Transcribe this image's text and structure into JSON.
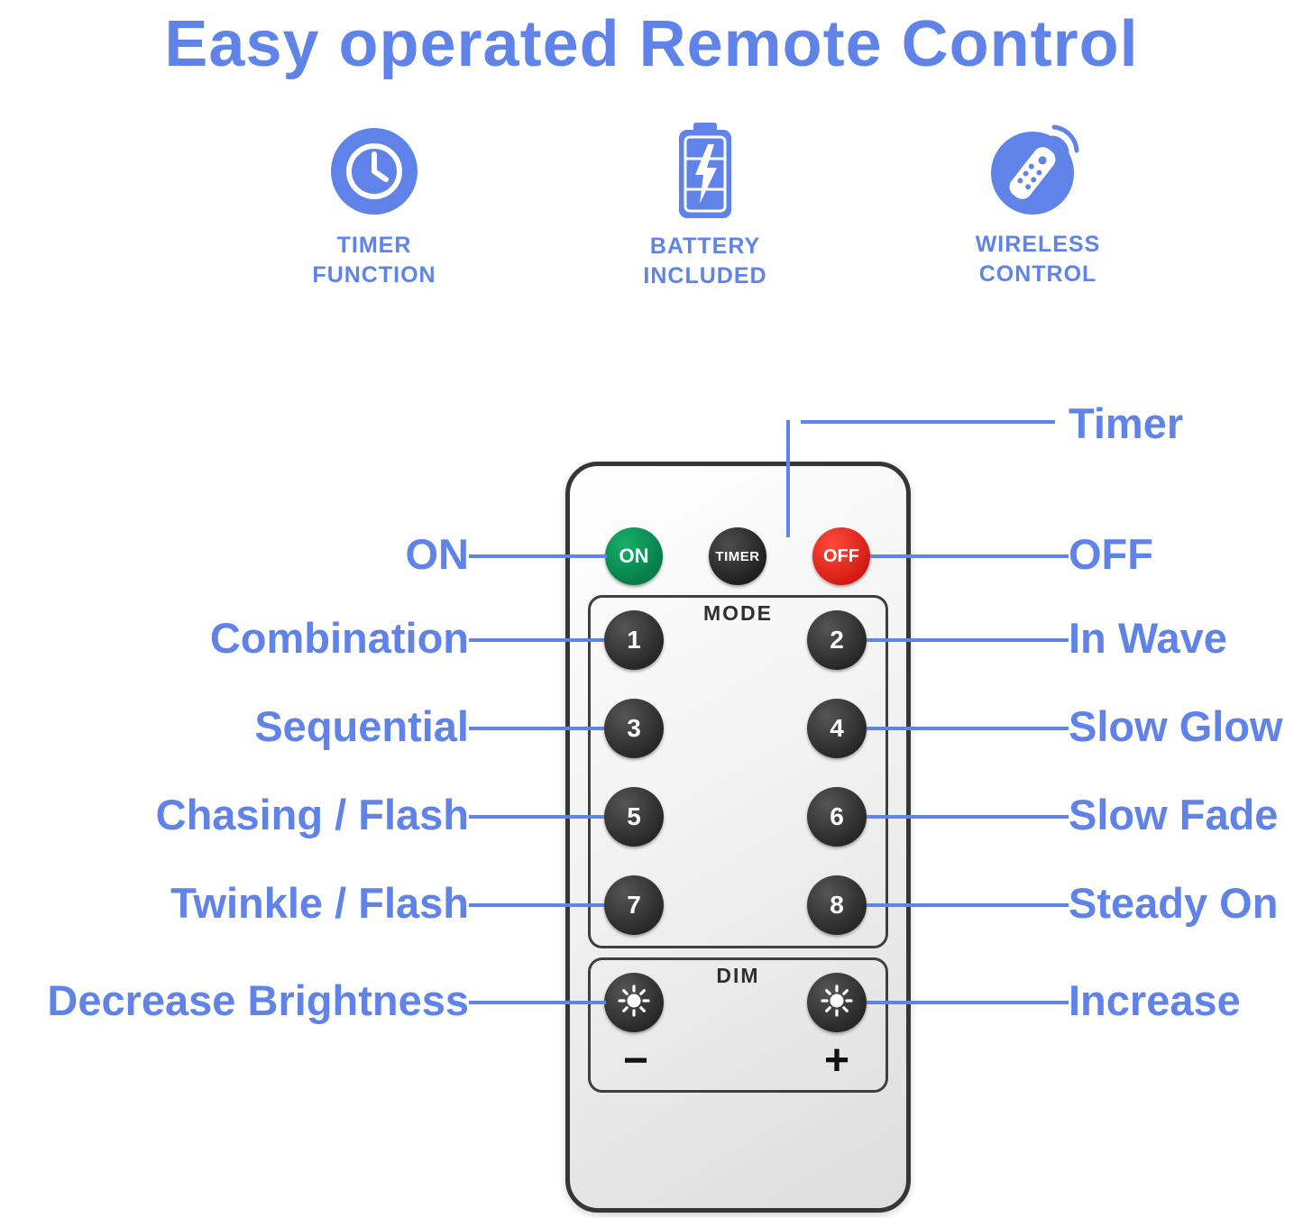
{
  "title": "Easy operated Remote Control",
  "features": [
    {
      "icon": "clock-icon",
      "line1": "TIMER",
      "line2": "FUNCTION"
    },
    {
      "icon": "battery-icon",
      "line1": "BATTERY",
      "line2": "INCLUDED"
    },
    {
      "icon": "remote-icon",
      "line1": "WIRELESS",
      "line2": "CONTROL"
    }
  ],
  "remote": {
    "power": {
      "on": "ON",
      "timer": "TIMER",
      "off": "OFF"
    },
    "mode_label": "MODE",
    "mode_buttons": [
      "1",
      "2",
      "3",
      "4",
      "5",
      "6",
      "7",
      "8"
    ],
    "dim_label": "DIM",
    "dim_minus": "−",
    "dim_plus": "+"
  },
  "annotations": {
    "timer": "Timer",
    "on": "ON",
    "off": "OFF",
    "left": [
      "Combination",
      "Sequential",
      "Chasing / Flash",
      "Twinkle / Flash",
      "Decrease Brightness"
    ],
    "right": [
      "In Wave",
      "Slow Glow",
      "Slow Fade",
      "Steady On",
      "Increase"
    ]
  },
  "colors": {
    "accent_blue": "#5f83e8",
    "on_green": "#0b9455",
    "off_red": "#e02318",
    "button_dark": "#2b2b2b",
    "remote_border": "#363636"
  }
}
